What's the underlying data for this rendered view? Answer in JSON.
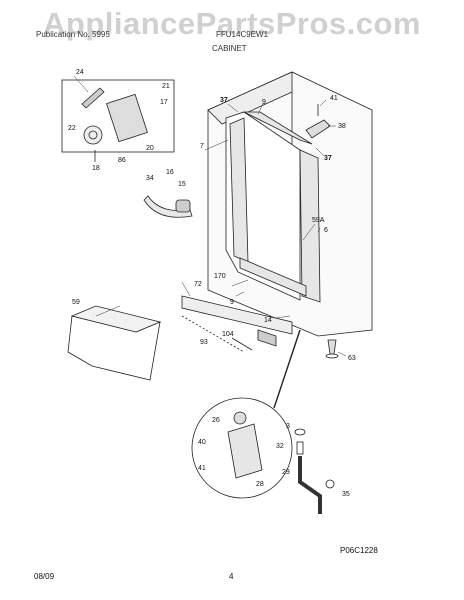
{
  "watermark": "AppliancePartsPros.com",
  "header": {
    "left": "Publication No. 5995",
    "right": "FFU14C9EW1",
    "section": "CABINET"
  },
  "callouts": {
    "c24": "24",
    "c21": "21",
    "c17": "17",
    "c22": "22",
    "c20": "20",
    "c86": "86",
    "c18": "18",
    "c16": "16",
    "c15": "15",
    "c34": "34",
    "c37": "37",
    "c9": "9",
    "c41": "41",
    "c38": "38",
    "c7": "7",
    "c59a": "59A",
    "c6": "6",
    "c170": "170",
    "c72": "72",
    "c14": "14",
    "c104": "104",
    "c93": "93",
    "c63": "63",
    "c59": "59",
    "c26": "26",
    "c40": "40",
    "c28": "28",
    "c3": "3",
    "c32": "32",
    "c29": "29",
    "c35": "35"
  },
  "footer": {
    "diagram_code": "P06C1228",
    "date": "08/09",
    "page": "4"
  }
}
